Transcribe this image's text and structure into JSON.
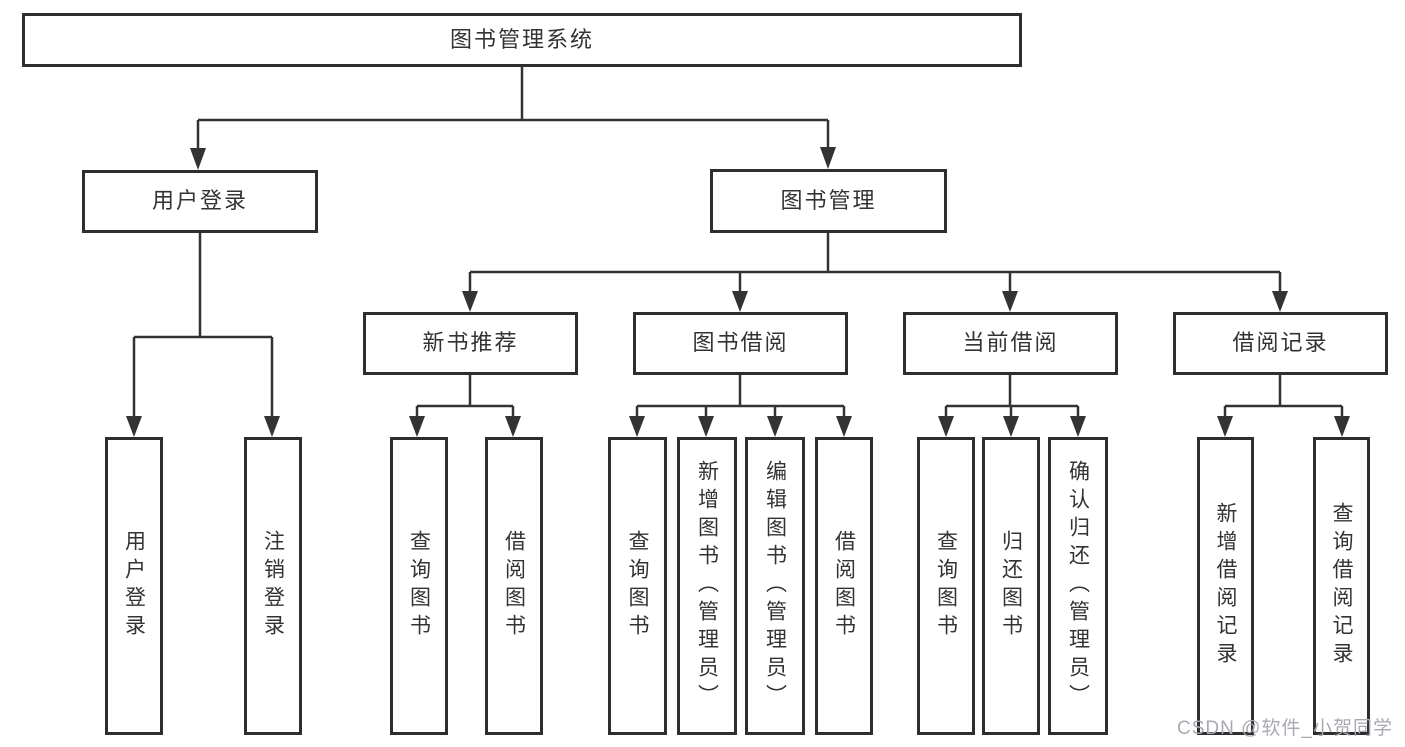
{
  "diagram_title": "图书管理系统",
  "tree": {
    "label": "图书管理系统",
    "children": [
      {
        "label": "用户登录",
        "children": [
          {
            "label": "用户登录"
          },
          {
            "label": "注销登录"
          }
        ]
      },
      {
        "label": "图书管理",
        "children": [
          {
            "label": "新书推荐",
            "children": [
              {
                "label": "查询图书"
              },
              {
                "label": "借阅图书"
              }
            ]
          },
          {
            "label": "图书借阅",
            "children": [
              {
                "label": "查询图书"
              },
              {
                "label": "新增图书（管理员）"
              },
              {
                "label": "编辑图书（管理员）"
              },
              {
                "label": "借阅图书"
              }
            ]
          },
          {
            "label": "当前借阅",
            "children": [
              {
                "label": "查询图书"
              },
              {
                "label": "归还图书"
              },
              {
                "label": "确认归还（管理员）"
              }
            ]
          },
          {
            "label": "借阅记录",
            "children": [
              {
                "label": "新增借阅记录"
              },
              {
                "label": "查询借阅记录"
              }
            ]
          }
        ]
      }
    ]
  },
  "watermark": "CSDN @软件_小贺同学",
  "colors": {
    "line": "#333333",
    "box_border": "#2e2e2e",
    "text": "#333333",
    "watermark": "#a9a9b2",
    "background": "#ffffff"
  }
}
